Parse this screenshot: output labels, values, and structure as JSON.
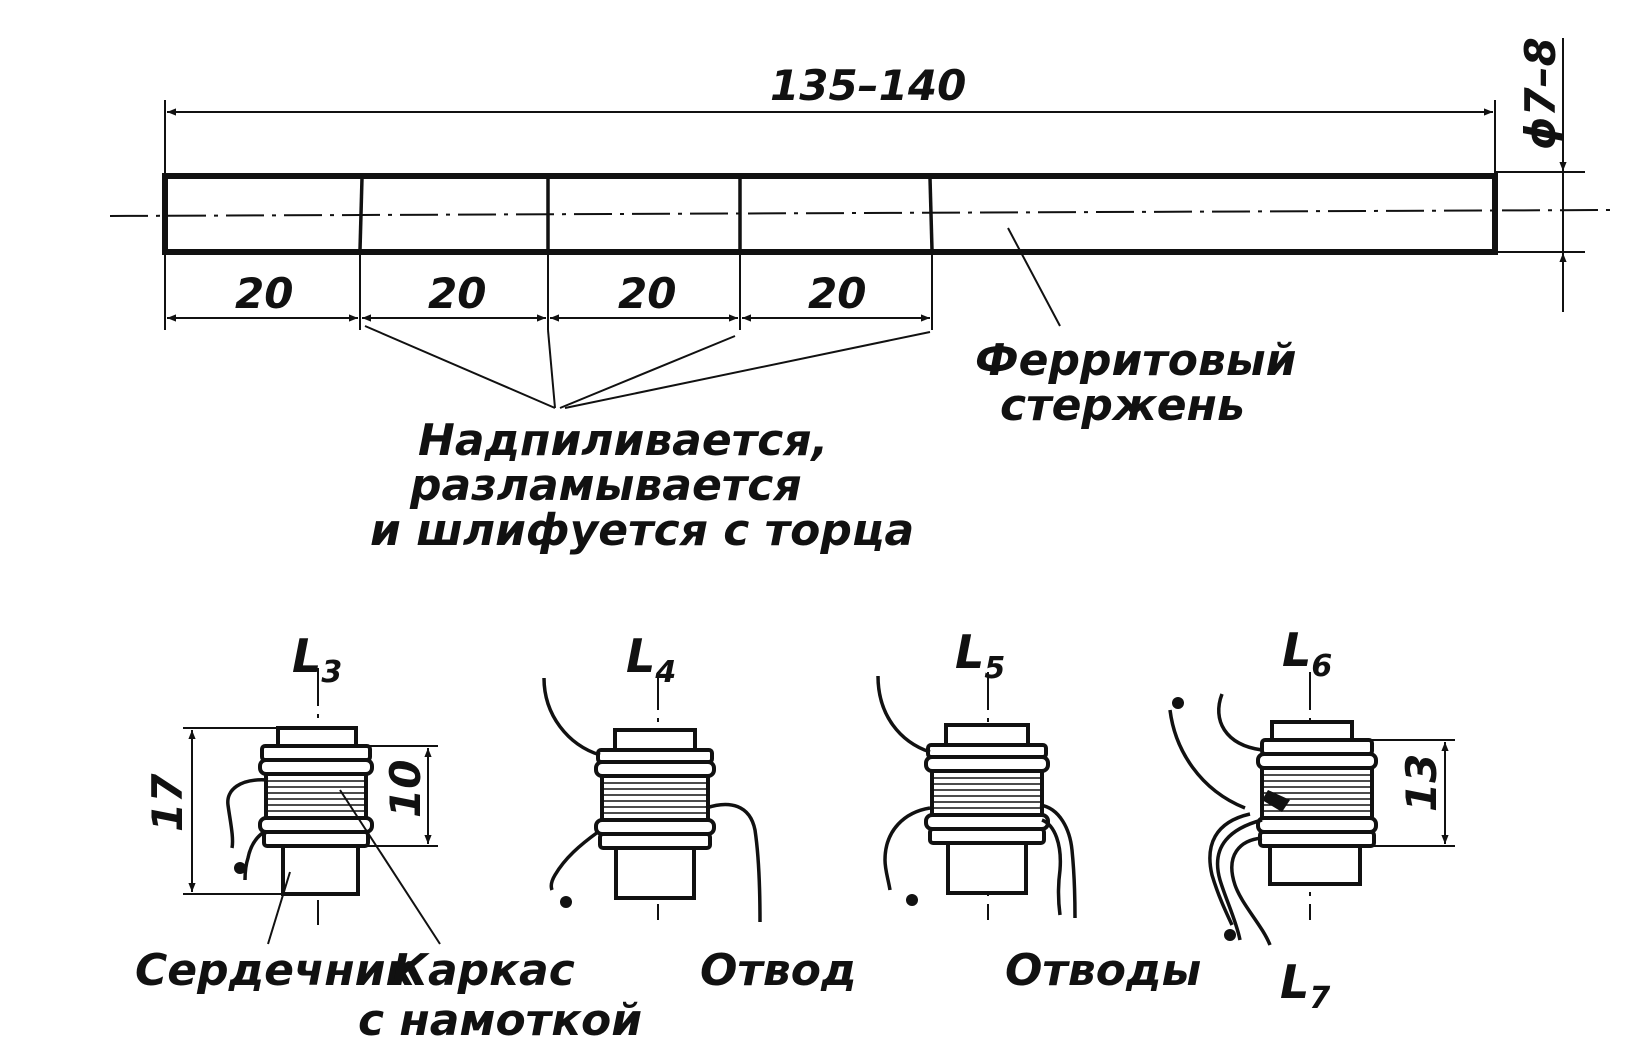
{
  "rod": {
    "overall_length": "135–140",
    "diameter": "ϕ7–8",
    "segments": [
      "20",
      "20",
      "20",
      "20"
    ],
    "ferrite_label_line1": "Ферритовый",
    "ferrite_label_line2": "стержень",
    "process_line1": "Надпиливается,",
    "process_line2": "разламывается",
    "process_line3": "и шлифуется с торца"
  },
  "coils": {
    "l3": {
      "label": "L",
      "sub": "3"
    },
    "l4": {
      "label": "L",
      "sub": "4"
    },
    "l5": {
      "label": "L",
      "sub": "5"
    },
    "l6": {
      "label": "L",
      "sub": "6"
    },
    "l7": {
      "label": "L",
      "sub": "7"
    }
  },
  "dims": {
    "l3_height": "17",
    "l3_winding": "10",
    "l6_height": "13"
  },
  "labels": {
    "core": "Сердечник",
    "frame_line1": "Каркас",
    "frame_line2": "с намоткой",
    "tap": "Отвод",
    "taps": "Отводы"
  }
}
